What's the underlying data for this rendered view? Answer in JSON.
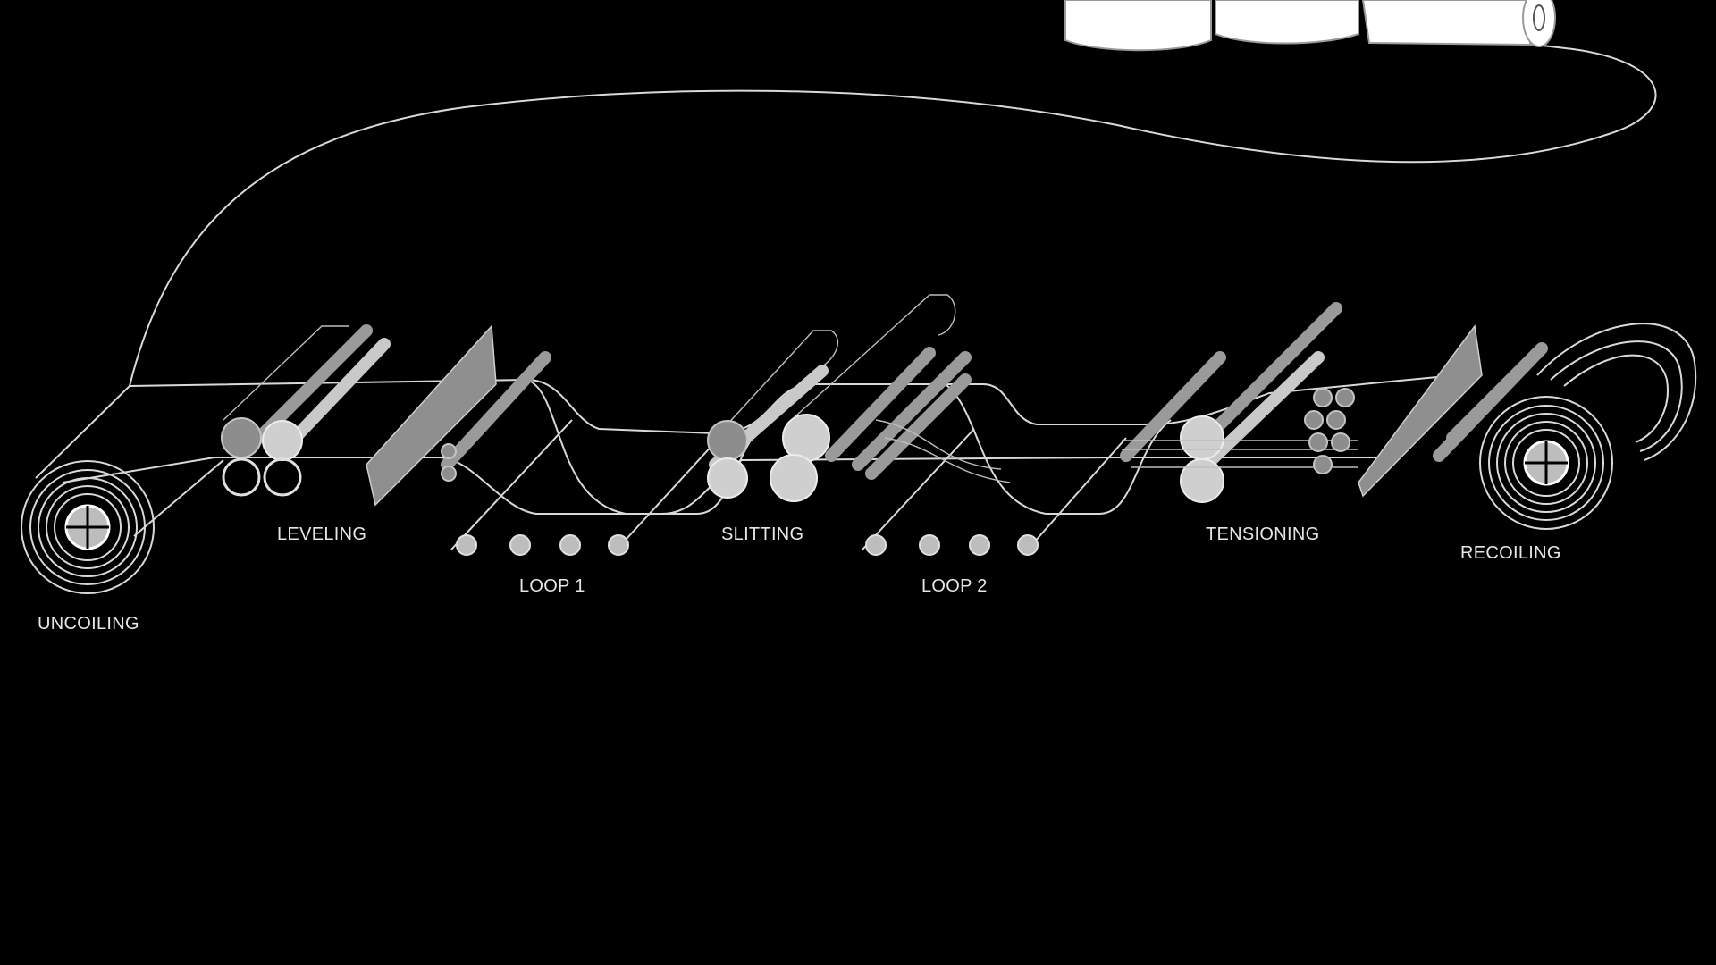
{
  "diagram": {
    "stages": {
      "uncoiling": "UNCOILING",
      "leveling": "LEVELING",
      "loop1": "LOOP 1",
      "slitting": "SLITTING",
      "loop2": "LOOP 2",
      "tensioning": "TENSIONING",
      "recoiling": "RECOILING"
    },
    "colors": {
      "background": "#000000",
      "line": "#d9d9d9",
      "roller_dark": "#8d8d8d",
      "roller_light": "#cfcfcf",
      "coil_output": "#ffffff"
    }
  }
}
